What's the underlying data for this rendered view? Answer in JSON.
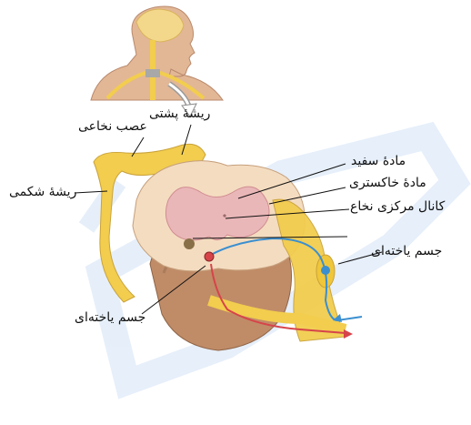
{
  "labels": {
    "spinal_nerve": "عصب نخاعی",
    "dorsal_root": "ریشهٔ پشتی",
    "ventral_root": "ریشهٔ شکمی",
    "white_matter": "مادهٔ سفید",
    "gray_matter": "مادهٔ خاکستری",
    "central_canal": "کانال مرکزی نخاع",
    "cell_body_right": "جسم یاخته‌ای",
    "cell_body_left": "جسم یاخته‌ای"
  },
  "colors": {
    "nerve_yellow": "#f2cd4e",
    "white_matter": "#f4dcc0",
    "gray_matter": "#eab7b8",
    "cross_section_brown": "#c08c68",
    "sensory_neuron": "#3b8fd0",
    "motor_neuron": "#d6444a",
    "skin": "#e2b796"
  },
  "icons": {
    "arrow": "open-white-arrow"
  }
}
